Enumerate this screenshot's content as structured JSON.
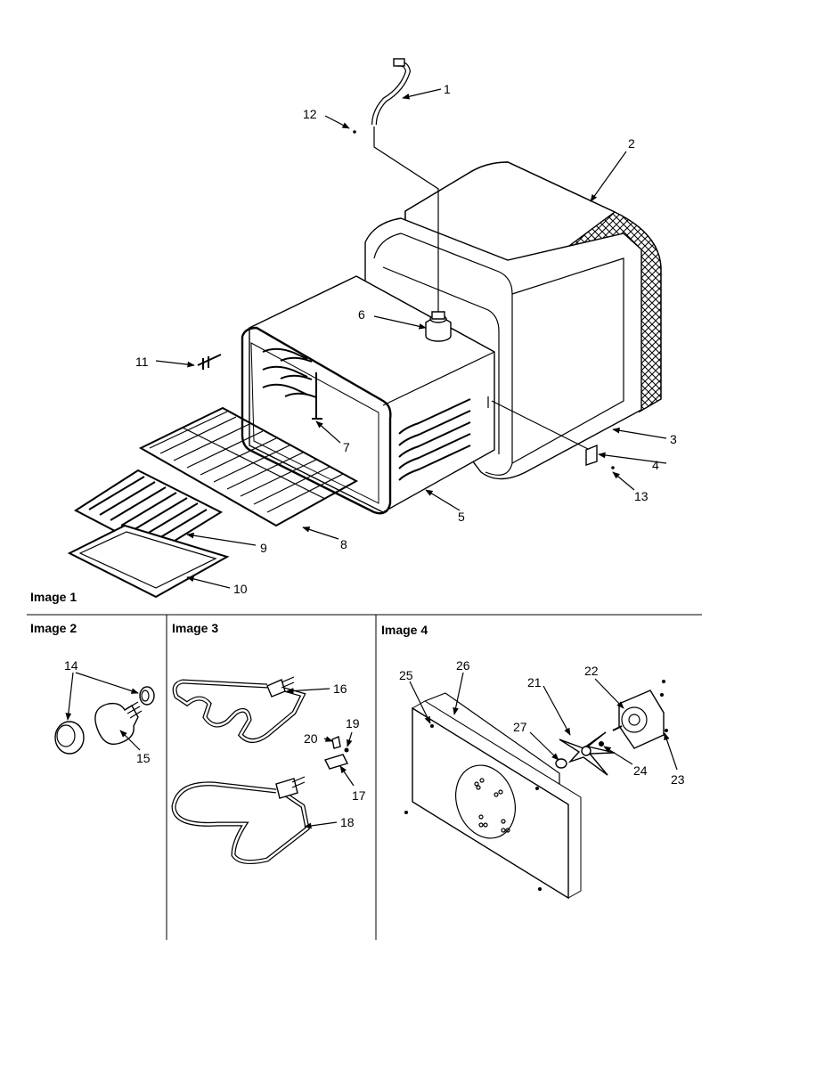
{
  "sections": {
    "image1": "Image 1",
    "image2": "Image 2",
    "image3": "Image 3",
    "image4": "Image 4"
  },
  "parts": {
    "p1": "1",
    "p2": "2",
    "p3": "3",
    "p4": "4",
    "p5": "5",
    "p6": "6",
    "p7": "7",
    "p8": "8",
    "p9": "9",
    "p10": "10",
    "p11": "11",
    "p12": "12",
    "p13": "13",
    "p14": "14",
    "p15": "15",
    "p16": "16",
    "p17": "17",
    "p18": "18",
    "p19": "19",
    "p20": "20",
    "p21": "21",
    "p22": "22",
    "p23": "23",
    "p24": "24",
    "p25": "25",
    "p26": "26",
    "p27": "27"
  }
}
